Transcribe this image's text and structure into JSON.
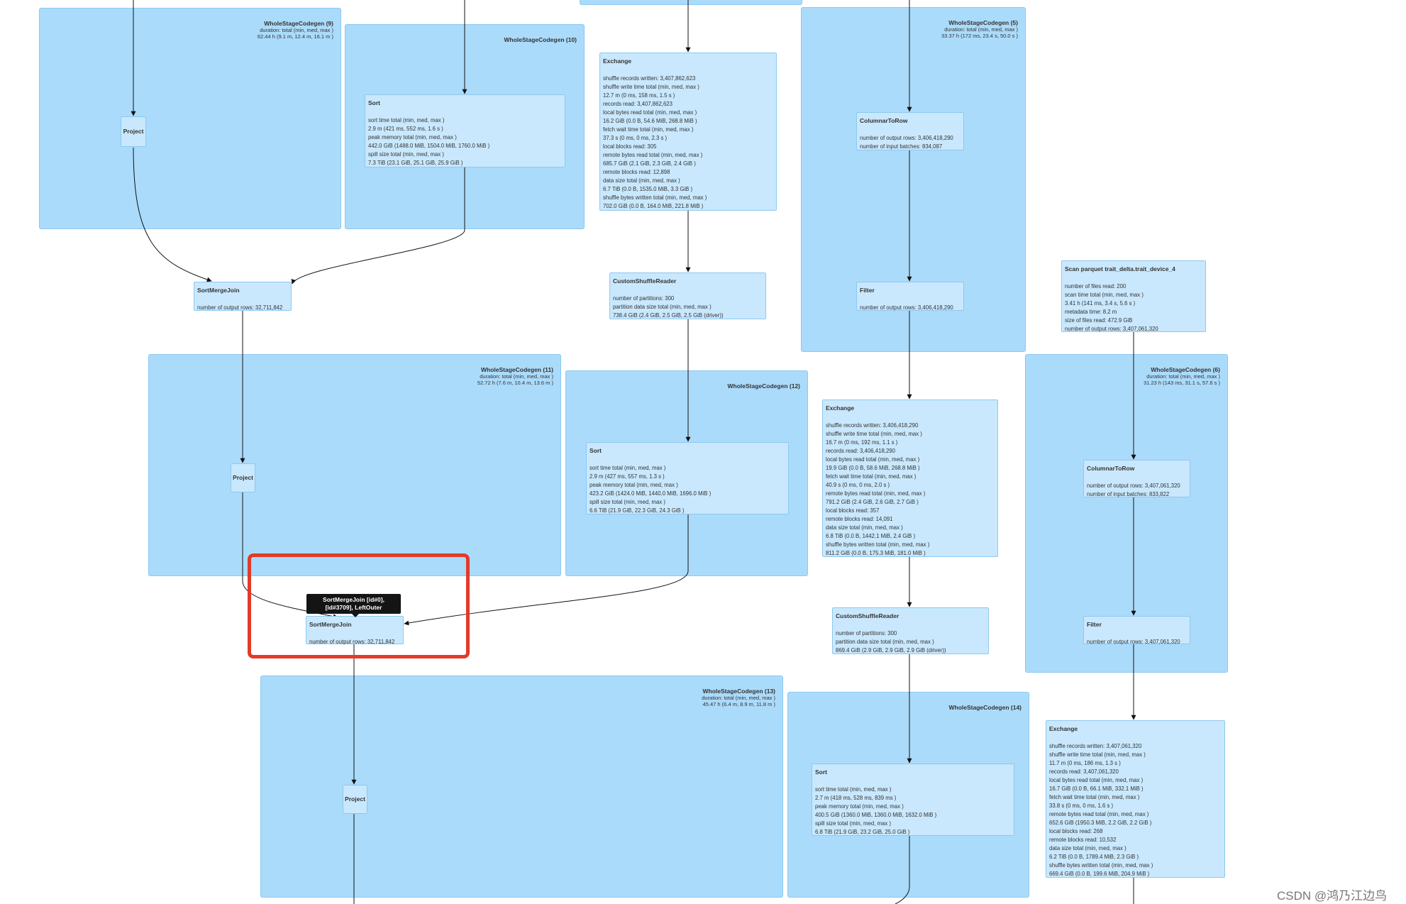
{
  "colors": {
    "cluster_fill": "#abdbfb",
    "node_fill": "#c9e8fd",
    "edge": "#111111",
    "highlight": "#e23a2a",
    "tooltip_bg": "#141414"
  },
  "clusters": {
    "wsc9": {
      "title": "WholeStageCodegen (9)",
      "duration_label": "duration: total (min, med, max )",
      "duration_value": "62.44 h (9.1 m, 12.4 m, 16.1 m )"
    },
    "wsc10": {
      "title": "WholeStageCodegen (10)"
    },
    "wsc5": {
      "title": "WholeStageCodegen (5)",
      "duration_label": "duration: total (min, med, max )",
      "duration_value": "33.37 h (172 ms, 23.4 s, 50.0 s )"
    },
    "wsc11": {
      "title": "WholeStageCodegen (11)",
      "duration_label": "duration: total (min, med, max )",
      "duration_value": "52.72 h (7.6 m, 10.4 m, 13.6 m )"
    },
    "wsc12": {
      "title": "WholeStageCodegen (12)"
    },
    "wsc6": {
      "title": "WholeStageCodegen (6)",
      "duration_label": "duration: total (min, med, max )",
      "duration_value": "31.23 h (143 ms, 31.1 s, 57.6 s )"
    },
    "wsc13": {
      "title": "WholeStageCodegen (13)",
      "duration_label": "duration: total (min, med, max )",
      "duration_value": "45.47 h (6.4 m, 8.9 m, 11.8 m )"
    },
    "wsc14": {
      "title": "WholeStageCodegen (14)"
    }
  },
  "nodes": {
    "project1": {
      "title": "Project"
    },
    "sort10": {
      "title": "Sort",
      "metrics": [
        "sort time total (min, med, max )",
        "2.9 m (421 ms, 552 ms, 1.6 s )",
        "peak memory total (min, med, max )",
        "442.0 GiB (1488.0 MiB, 1504.0 MiB, 1760.0 MiB )",
        "spill size total (min, med, max )",
        "7.3 TiB (23.1 GiB, 25.1 GiB, 25.9 GiB )"
      ]
    },
    "exchange1": {
      "title": "Exchange",
      "metrics": [
        "shuffle records written: 3,407,862,623",
        "shuffle write time total (min, med, max )",
        "12.7 m (0 ms, 158 ms, 1.5 s )",
        "records read: 3,407,862,623",
        "local bytes read total (min, med, max )",
        "16.2 GiB (0.0 B, 54.6 MiB, 268.8 MiB )",
        "fetch wait time total (min, med, max )",
        "37.3 s (0 ms, 0 ms, 2.3 s )",
        "local blocks read: 305",
        "remote bytes read total (min, med, max )",
        "685.7 GiB (2.1 GiB, 2.3 GiB, 2.4 GiB )",
        "remote blocks read: 12,898",
        "data size total (min, med, max )",
        "6.7 TiB (0.0 B, 1535.0 MiB, 3.3 GiB )",
        "shuffle bytes written total (min, med, max )",
        "702.0 GiB (0.0 B, 164.0 MiB, 221.8 MiB )"
      ]
    },
    "columnar5": {
      "title": "ColumnarToRow",
      "metrics": [
        "number of output rows: 3,406,418,290",
        "number of input batches: 834,087"
      ]
    },
    "filter5": {
      "title": "Filter",
      "metrics": [
        "number of output rows: 3,406,418,290"
      ]
    },
    "smj1": {
      "title": "SortMergeJoin",
      "metrics": [
        "number of output rows: 32,711,842"
      ]
    },
    "csr1": {
      "title": "CustomShuffleReader",
      "metrics": [
        "number of partitions: 300",
        "partition data size total (min, med, max )",
        "738.4 GiB (2.4 GiB, 2.5 GiB, 2.5 GiB (driver))"
      ]
    },
    "scan": {
      "title": "Scan parquet trait_delta.trait_device_4",
      "metrics": [
        "number of files read: 200",
        "scan time total (min, med, max )",
        "3.41 h (141 ms, 3.4 s, 5.6 s )",
        "metadata time: 8.2 m",
        "size of files read: 472.9 GiB",
        "number of output rows: 3,407,061,320"
      ]
    },
    "project2": {
      "title": "Project"
    },
    "sort12": {
      "title": "Sort",
      "metrics": [
        "sort time total (min, med, max )",
        "2.9 m (427 ms, 557 ms, 1.3 s )",
        "peak memory total (min, med, max )",
        "423.2 GiB (1424.0 MiB, 1440.0 MiB, 1696.0 MiB )",
        "spill size total (min, med, max )",
        "6.6 TiB (21.9 GiB, 22.3 GiB, 24.3 GiB )"
      ]
    },
    "exchange2": {
      "title": "Exchange",
      "metrics": [
        "shuffle records written: 3,406,418,290",
        "shuffle write time total (min, med, max )",
        "16.7 m (0 ms, 192 ms, 1.1 s )",
        "records read: 3,406,418,290",
        "local bytes read total (min, med, max )",
        "19.9 GiB (0.0 B, 58.6 MiB, 268.8 MiB )",
        "fetch wait time total (min, med, max )",
        "40.9 s (0 ms, 0 ms, 2.0 s )",
        "remote bytes read total (min, med, max )",
        "791.2 GiB (2.4 GiB, 2.6 GiB, 2.7 GiB )",
        "local blocks read: 357",
        "remote blocks read: 14,091",
        "data size total (min, med, max )",
        "6.8 TiB (0.0 B, 1442.1 MiB, 2.4 GiB )",
        "shuffle bytes written total (min, med, max )",
        "811.2 GiB (0.0 B, 175.3 MiB, 181.0 MiB )"
      ]
    },
    "columnar6": {
      "title": "ColumnarToRow",
      "metrics": [
        "number of output rows: 3,407,061,320",
        "number of input batches: 833,822"
      ]
    },
    "smj2": {
      "title": "SortMergeJoin",
      "metrics": [
        "number of output rows: 32,711,842"
      ]
    },
    "csr2": {
      "title": "CustomShuffleReader",
      "metrics": [
        "number of partitions: 300",
        "partition data size total (min, med, max )",
        "869.4 GiB (2.9 GiB, 2.9 GiB, 2.9 GiB (driver))"
      ]
    },
    "filter6": {
      "title": "Filter",
      "metrics": [
        "number of output rows: 3,407,061,320"
      ]
    },
    "exchange3": {
      "title": "Exchange",
      "metrics": [
        "shuffle records written: 3,407,061,320",
        "shuffle write time total (min, med, max )",
        "11.7 m (0 ms, 186 ms, 1.3 s )",
        "records read: 3,407,061,320",
        "local bytes read total (min, med, max )",
        "16.7 GiB (0.0 B, 66.1 MiB, 332.1 MiB )",
        "fetch wait time total (min, med, max )",
        "33.8 s (0 ms, 0 ms, 1.6 s )",
        "remote bytes read total (min, med, max )",
        "652.6 GiB (1950.3 MiB, 2.2 GiB, 2.2 GiB )",
        "local blocks read: 268",
        "remote blocks read: 10,532",
        "data size total (min, med, max )",
        "6.2 TiB (0.0 B, 1789.4 MiB, 2.3 GiB )",
        "shuffle bytes written total (min, med, max )",
        "669.4 GiB (0.0 B, 199.6 MiB, 204.9 MiB )"
      ]
    },
    "project3": {
      "title": "Project"
    },
    "sort14": {
      "title": "Sort",
      "metrics": [
        "sort time total (min, med, max )",
        "2.7 m (418 ms, 528 ms, 839 ms )",
        "peak memory total (min, med, max )",
        "400.5 GiB (1360.0 MiB, 1360.0 MiB, 1632.0 MiB )",
        "spill size total (min, med, max )",
        "6.8 TiB (21.9 GiB, 23.2 GiB, 25.0 GiB )"
      ]
    }
  },
  "tooltip": {
    "line1": "SortMergeJoin [id#0],",
    "line2": "[id#3709], LeftOuter"
  },
  "watermark": "CSDN @鸿乃江边鸟"
}
